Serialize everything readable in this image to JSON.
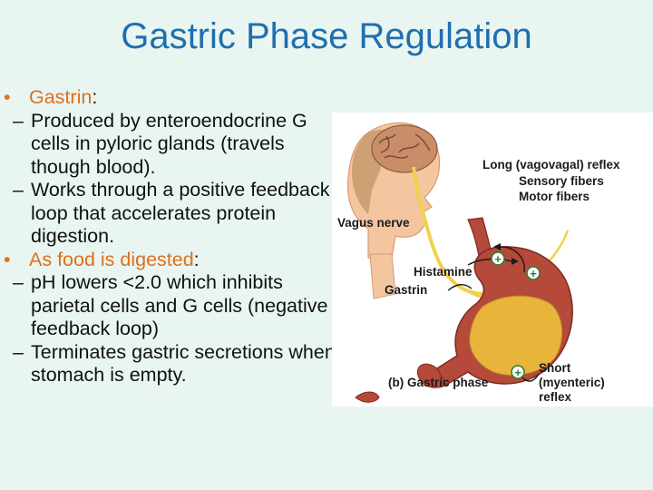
{
  "slide": {
    "title": "Gastric Phase Regulation",
    "bullets": [
      {
        "label": "Gastrin",
        "suffix": ":",
        "subs": [
          "Produced by enteroendocrine G cells in pyloric glands (travels though blood).",
          "Works through a positive feedback loop that accelerates protein digestion."
        ]
      },
      {
        "label": "As food is digested",
        "suffix": ":",
        "subs": [
          "pH lowers <2.0 which inhibits parietal cells and G cells (negative feedback loop)",
          "Terminates gastric secretions when stomach is empty."
        ]
      }
    ]
  },
  "figure": {
    "labels": {
      "long_reflex": "Long (vagovagal) reflex",
      "sensory": "Sensory fibers",
      "motor": "Motor fibers",
      "vagus": "Vagus nerve",
      "histamine": "Histamine",
      "gastrin": "Gastrin",
      "panel": "(b) Gastric phase",
      "short1": "Short",
      "short2": "(myenteric)",
      "short3": "reflex"
    },
    "plus_sign": "+",
    "colors": {
      "nerve": "#f0d24a",
      "stomach": "#b5493a",
      "food": "#e8b43c",
      "brain": "#c98d6a",
      "skin": "#f3c6a0"
    }
  }
}
